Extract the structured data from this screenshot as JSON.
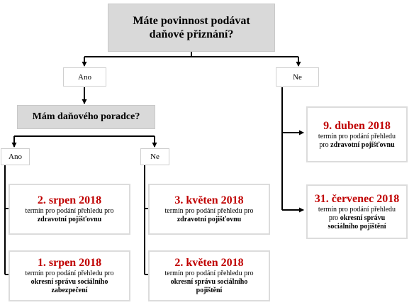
{
  "question_main": "Máte povinnost podávat daňové přiznání?",
  "answer_yes_1": "Ano",
  "answer_no_1": "Ne",
  "question_advisor": "Mám daňového poradce?",
  "answer_yes_2": "Ano",
  "answer_no_2": "Ne",
  "deadlines": {
    "aug2": {
      "date": "2. srpen 2018",
      "text_lead": "termín pro podání přehledu pro",
      "text_bold": "zdravotní pojišťovnu"
    },
    "aug1": {
      "date": "1. srpen 2018",
      "text_lead": "termín pro podání přehledu pro",
      "text_bold": "okresní správu sociálního zabezpečení"
    },
    "may3": {
      "date": "3. květen 2018",
      "text_lead": "termín pro podání přehledu pro",
      "text_bold": "zdravotní pojišťovnu"
    },
    "may2": {
      "date": "2. květen 2018",
      "text_lead": "termín pro podání přehledu pro",
      "text_bold": "okresní správu sociálního pojištění"
    },
    "apr9": {
      "date": "9. duben 2018",
      "text_lead": "termín pro podání přehledu pro",
      "text_bold": "zdravotní pojišťovnu"
    },
    "jul31": {
      "date": "31. červenec 2018",
      "text_lead": "termín pro podání přehledu pro",
      "text_bold": "okresní správu sociálního pojištění"
    }
  }
}
